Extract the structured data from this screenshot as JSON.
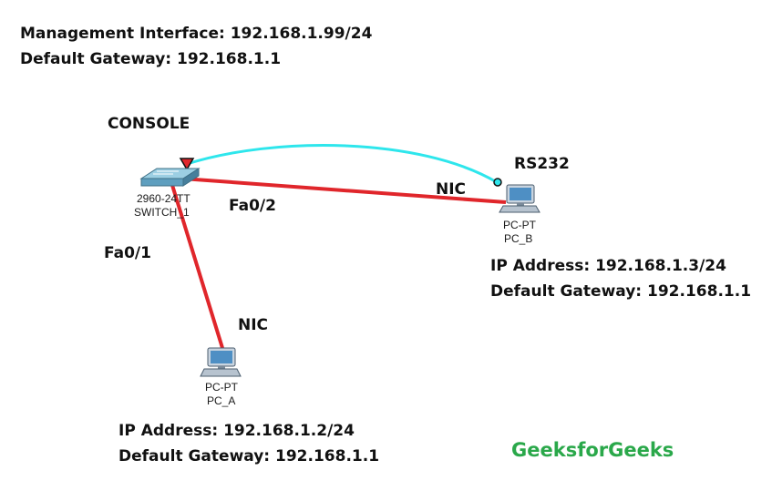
{
  "management": {
    "interface": "Management Interface: 192.168.1.99/24",
    "gateway": "Default Gateway: 192.168.1.1"
  },
  "switch": {
    "model": "2960-24TT",
    "name": "SWITCH_1",
    "console_label": "CONSOLE"
  },
  "pc_b": {
    "type": "PC-PT",
    "name": "PC_B",
    "ip": "IP Address: 192.168.1.3/24",
    "gateway": "Default Gateway: 192.168.1.1",
    "serial_label": "RS232",
    "nic_label": "NIC"
  },
  "pc_a": {
    "type": "PC-PT",
    "name": "PC_A",
    "ip": "IP Address: 192.168.1.2/24",
    "gateway": "Default Gateway: 192.168.1.1",
    "nic_label": "NIC"
  },
  "ports": {
    "fa02": "Fa0/2",
    "fa01": "Fa0/1"
  },
  "brand": "GeeksforGeeks",
  "colors": {
    "ethernet_link": "#e0262b",
    "console_link": "#2ee6ec",
    "brand": "#2aa84a"
  },
  "icons": {
    "switch": "switch-icon",
    "pc": "desktop-pc-icon"
  }
}
